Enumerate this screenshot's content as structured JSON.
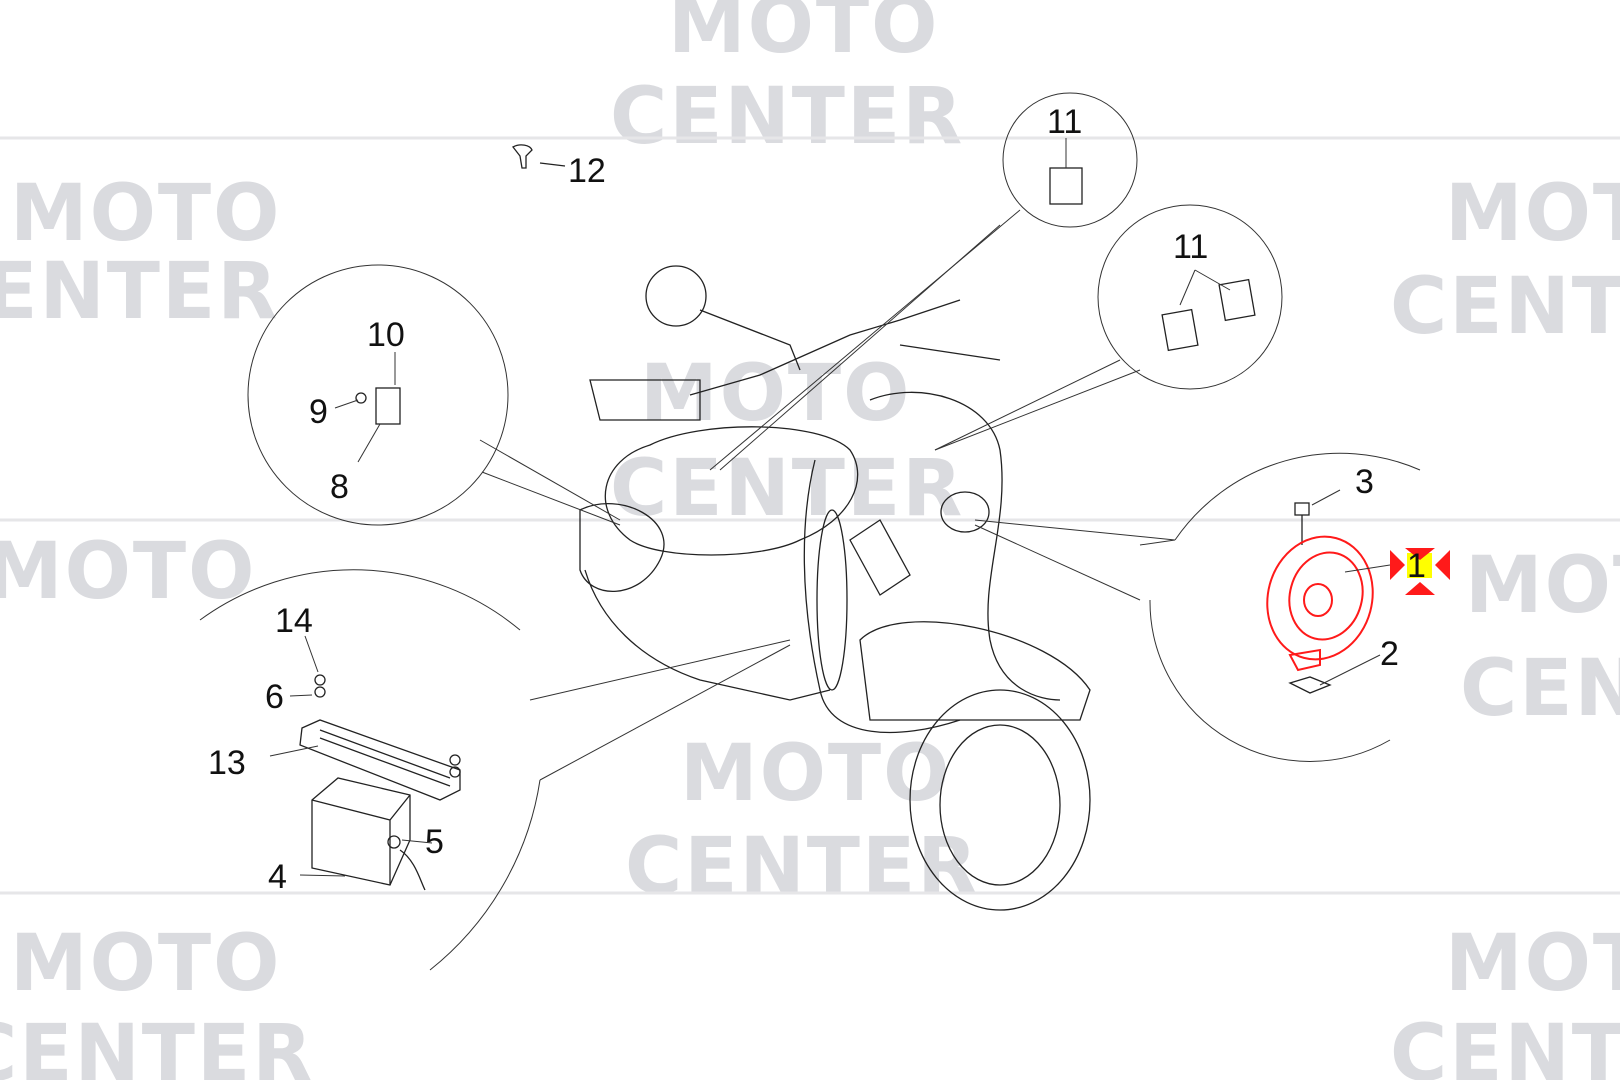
{
  "watermark": {
    "line1": "MOTO",
    "line2": "CENTER"
  },
  "selected_part": "1",
  "highlight_color": "#ff1a1a",
  "marker_color": "#ffff00",
  "callouts": [
    {
      "number": "11"
    },
    {
      "number": "12"
    },
    {
      "number": "11"
    },
    {
      "number": "10"
    },
    {
      "number": "9"
    },
    {
      "number": "8"
    },
    {
      "number": "3"
    },
    {
      "number": "1"
    },
    {
      "number": "2"
    },
    {
      "number": "14"
    },
    {
      "number": "6"
    },
    {
      "number": "13"
    },
    {
      "number": "5"
    },
    {
      "number": "4"
    }
  ]
}
